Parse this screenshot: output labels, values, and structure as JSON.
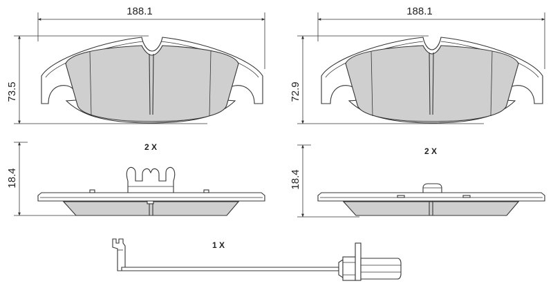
{
  "drawing": {
    "views": [
      {
        "id": "pad-front-left",
        "width_label": "188.1",
        "height_label": "73.5"
      },
      {
        "id": "pad-front-right",
        "width_label": "188.1",
        "height_label": "72.9"
      },
      {
        "id": "pad-side-left",
        "thickness_label": "18.4",
        "quantity_label": "2 X"
      },
      {
        "id": "pad-side-right",
        "thickness_label": "18.4",
        "quantity_label": "2 X"
      },
      {
        "id": "wear-sensor",
        "quantity_label": "1 X"
      }
    ],
    "colors": {
      "friction_material": "#cfcfcf",
      "lines": "#333333",
      "background": "#ffffff"
    }
  }
}
